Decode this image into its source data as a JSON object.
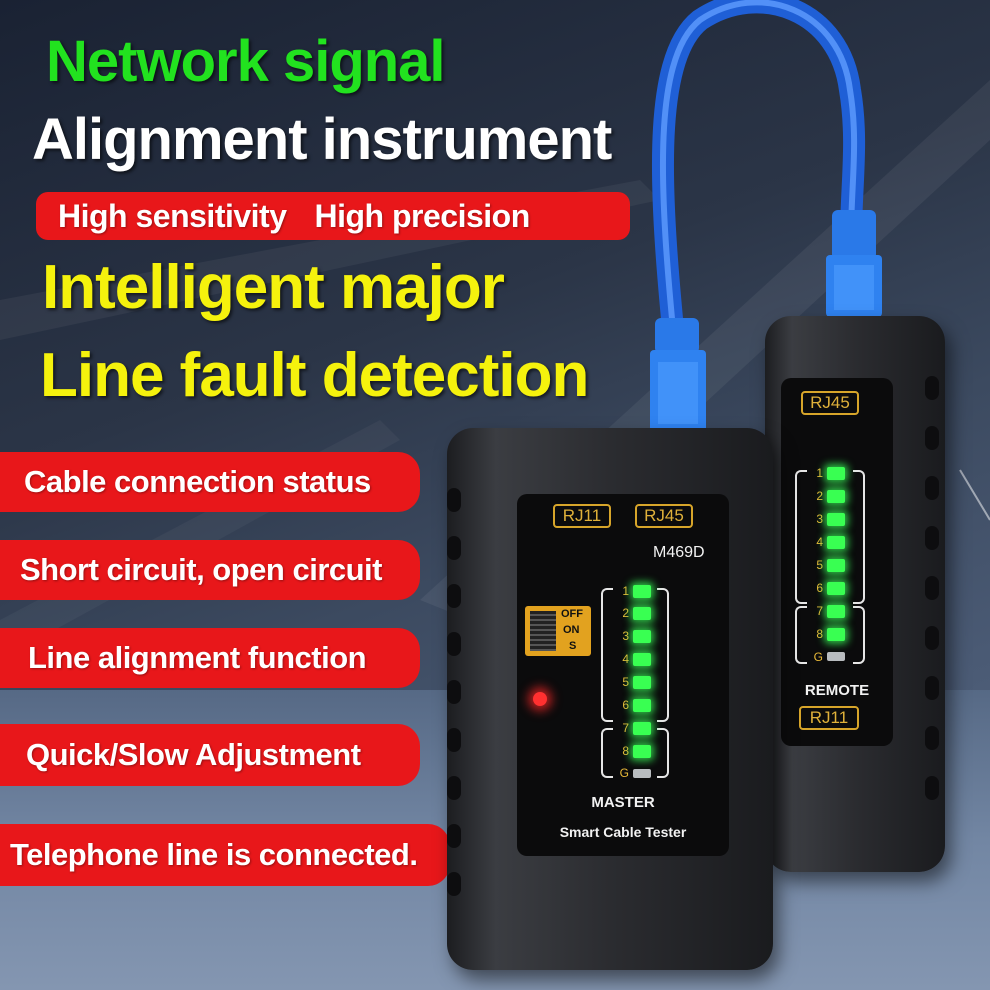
{
  "headline": {
    "line1": "Network signal",
    "line2": "Alignment instrument",
    "line3": "Intelligent major",
    "line4": "Line fault detection",
    "badge_left": "High sensitivity",
    "badge_right": "High precision"
  },
  "features": [
    "Cable connection status",
    "Short circuit, open circuit",
    "Line alignment function",
    "Quick/Slow Adjustment",
    "Telephone line is connected."
  ],
  "master": {
    "port_rj11": "RJ11",
    "port_rj45": "RJ45",
    "model": "M469D",
    "switch_off": "OFF",
    "switch_on": "ON",
    "switch_s": "S",
    "pins": [
      "1",
      "2",
      "3",
      "4",
      "5",
      "6",
      "7",
      "8",
      "G"
    ],
    "label": "MASTER",
    "subtitle": "Smart Cable Tester"
  },
  "remote": {
    "port_rj45": "RJ45",
    "pins": [
      "1",
      "2",
      "3",
      "4",
      "5",
      "6",
      "7",
      "8",
      "G"
    ],
    "label": "REMOTE",
    "port_rj11": "RJ11"
  },
  "colors": {
    "headline_green": "#22e21f",
    "headline_white": "#ffffff",
    "headline_yellow": "#f5f20d",
    "pill_red": "#e8171a",
    "led_green": "#39ff52",
    "port_label": "#e0b13a"
  }
}
